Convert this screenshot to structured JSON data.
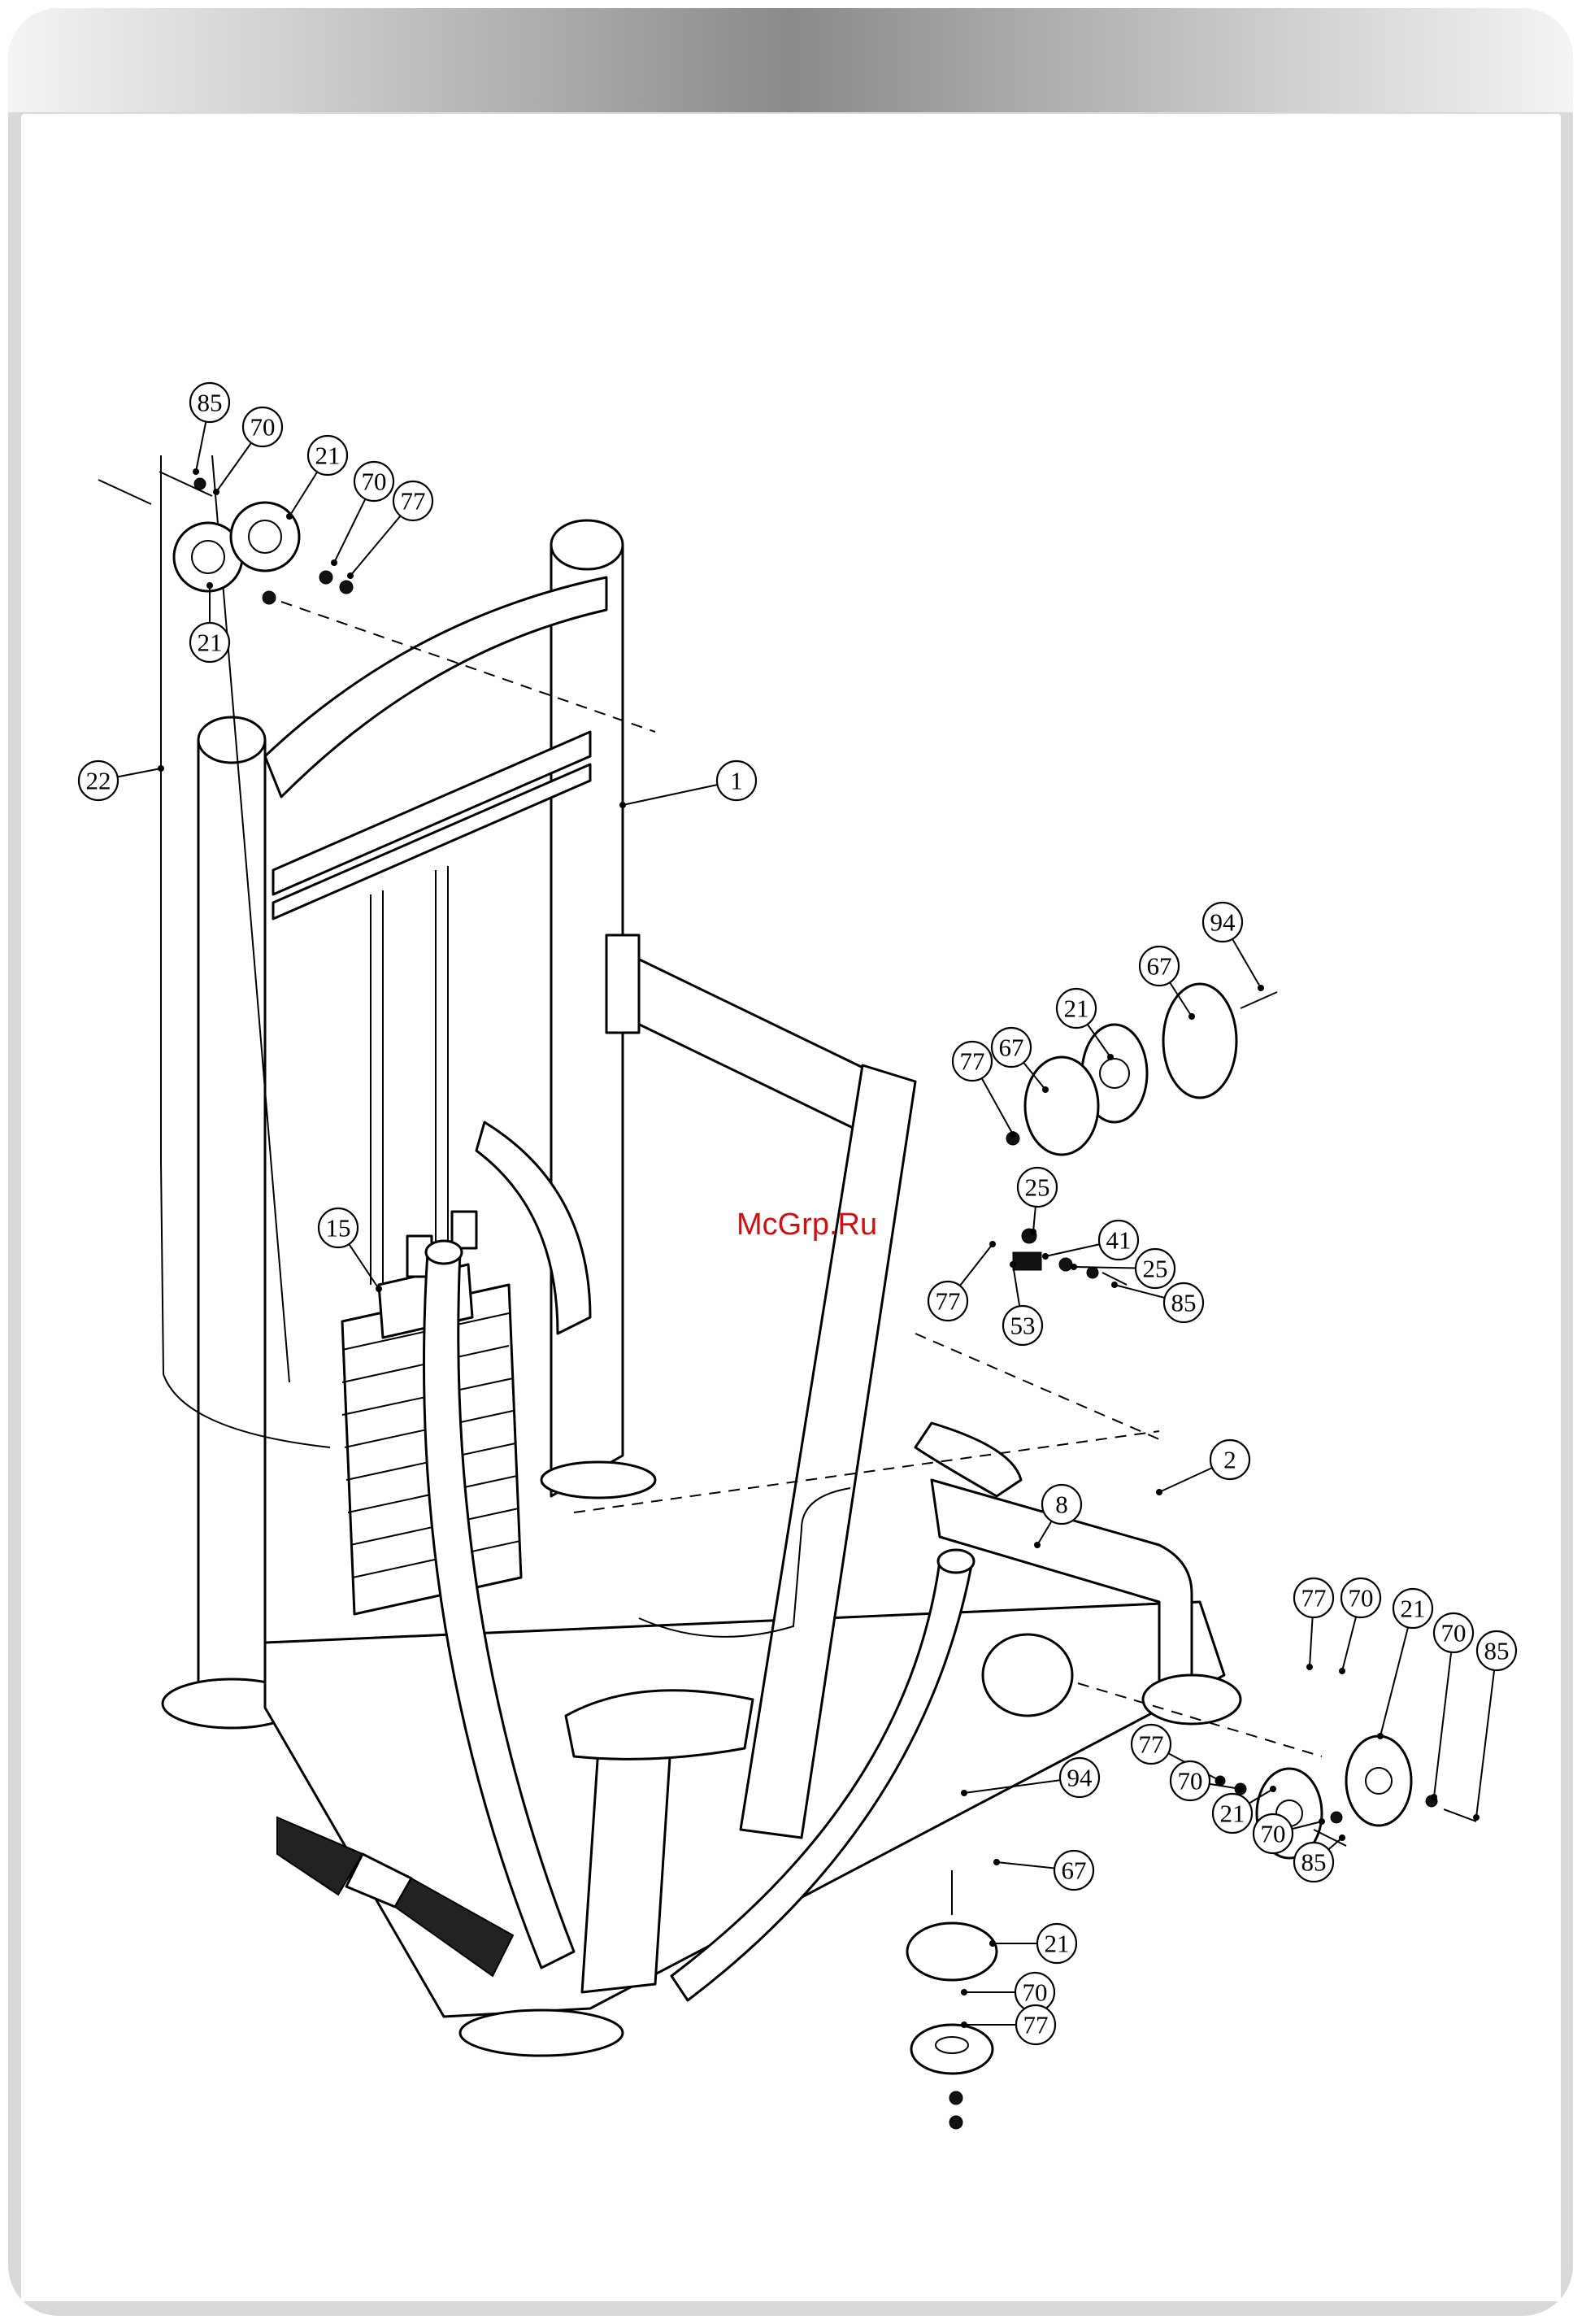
{
  "watermark": "McGrp.Ru",
  "callouts": [
    {
      "id": "c-85-top",
      "label": "85"
    },
    {
      "id": "c-70-top",
      "label": "70"
    },
    {
      "id": "c-21-top",
      "label": "21"
    },
    {
      "id": "c-70-top2",
      "label": "70"
    },
    {
      "id": "c-77-top",
      "label": "77"
    },
    {
      "id": "c-21-top2",
      "label": "21"
    },
    {
      "id": "c-22",
      "label": "22"
    },
    {
      "id": "c-1",
      "label": "1"
    },
    {
      "id": "c-94-right",
      "label": "94"
    },
    {
      "id": "c-67-right",
      "label": "67"
    },
    {
      "id": "c-21-right",
      "label": "21"
    },
    {
      "id": "c-67-mid",
      "label": "67"
    },
    {
      "id": "c-77-mid",
      "label": "77"
    },
    {
      "id": "c-25-a",
      "label": "25"
    },
    {
      "id": "c-41",
      "label": "41"
    },
    {
      "id": "c-25-b",
      "label": "25"
    },
    {
      "id": "c-85-mid",
      "label": "85"
    },
    {
      "id": "c-77-mid2",
      "label": "77"
    },
    {
      "id": "c-53",
      "label": "53"
    },
    {
      "id": "c-15",
      "label": "15"
    },
    {
      "id": "c-2",
      "label": "2"
    },
    {
      "id": "c-8",
      "label": "8"
    },
    {
      "id": "c-77-low",
      "label": "77"
    },
    {
      "id": "c-70-low",
      "label": "70"
    },
    {
      "id": "c-21-low",
      "label": "21"
    },
    {
      "id": "c-70-low2",
      "label": "70"
    },
    {
      "id": "c-85-low",
      "label": "85"
    },
    {
      "id": "c-77-low2",
      "label": "77"
    },
    {
      "id": "c-70-low3",
      "label": "70"
    },
    {
      "id": "c-21-low2",
      "label": "21"
    },
    {
      "id": "c-70-low4",
      "label": "70"
    },
    {
      "id": "c-85-low2",
      "label": "85"
    },
    {
      "id": "c-94-bot",
      "label": "94"
    },
    {
      "id": "c-67-bot",
      "label": "67"
    },
    {
      "id": "c-21-bot",
      "label": "21"
    },
    {
      "id": "c-70-bot",
      "label": "70"
    },
    {
      "id": "c-77-bot",
      "label": "77"
    }
  ]
}
